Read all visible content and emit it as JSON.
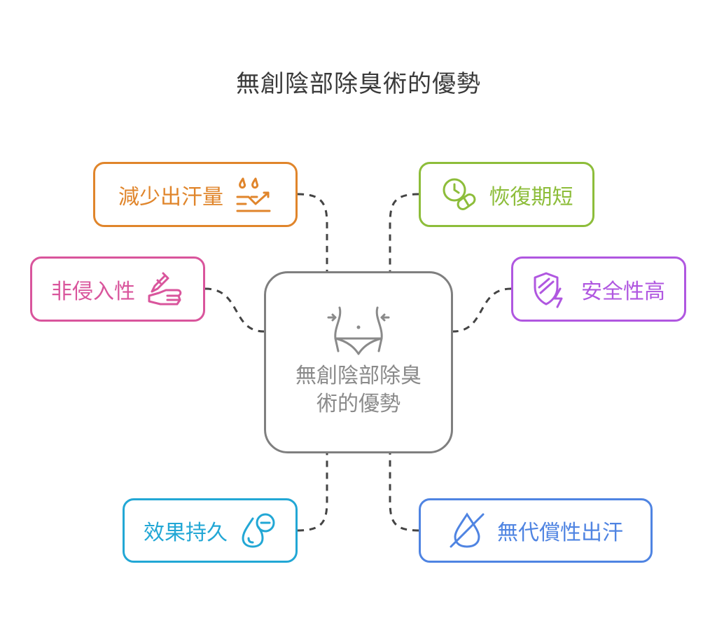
{
  "title": "無創陰部除臭術的優勢",
  "center": {
    "label": "無創陰部除臭術的優勢",
    "icon": "waist-icon"
  },
  "items": [
    {
      "label": "減少出汗量",
      "icon": "sweat-reduction-icon",
      "color": "#e0852b"
    },
    {
      "label": "恢復期短",
      "icon": "clock-pill-icon",
      "color": "#8dbd3a"
    },
    {
      "label": "非侵入性",
      "icon": "injection-hand-icon",
      "color": "#d9559c"
    },
    {
      "label": "安全性高",
      "icon": "shield-bolt-icon",
      "color": "#b057e0"
    },
    {
      "label": "效果持久",
      "icon": "drop-minus-icon",
      "color": "#22a7d5"
    },
    {
      "label": "無代償性出汗",
      "icon": "no-drop-icon",
      "color": "#4f84e2"
    }
  ],
  "colors": {
    "center": "#7f7f7f",
    "connector": "#444444"
  }
}
